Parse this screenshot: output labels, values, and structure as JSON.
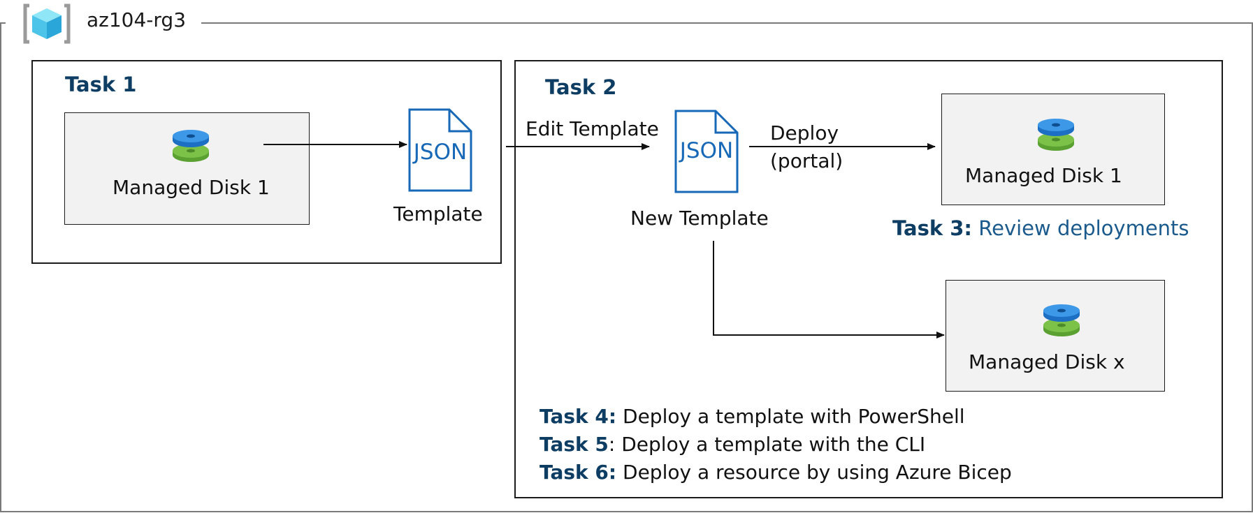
{
  "resource_group": {
    "name": "az104-rg3",
    "icon": "resource-group-icon"
  },
  "task1": {
    "title": "Task 1",
    "disk_label": "Managed Disk 1",
    "template_icon_text": "JSON",
    "template_label": "Template"
  },
  "task2": {
    "title": "Task 2",
    "edit_label": "Edit Template",
    "template_icon_text": "JSON",
    "new_template_label": "New Template",
    "deploy_label_1": "Deploy",
    "deploy_label_2": "(portal)",
    "disk1_label": "Managed Disk 1",
    "diskx_label": "Managed Disk x"
  },
  "task3": {
    "prefix": "Task 3:",
    "text": " Review deployments"
  },
  "tasks_list": [
    {
      "prefix": "Task 4:",
      "text": " Deploy a template with PowerShell"
    },
    {
      "prefix": "Task 5",
      "text": ": Deploy a template with the CLI"
    },
    {
      "prefix": "Task 6:",
      "text": " Deploy a resource by using Azure Bicep"
    }
  ],
  "colors": {
    "task_title": "#0e3d63",
    "json_blue": "#1769b8",
    "disk_top_blue": "#2f8fe0",
    "disk_bottom_green": "#6cb33f",
    "box_fill": "#f2f2f2"
  }
}
